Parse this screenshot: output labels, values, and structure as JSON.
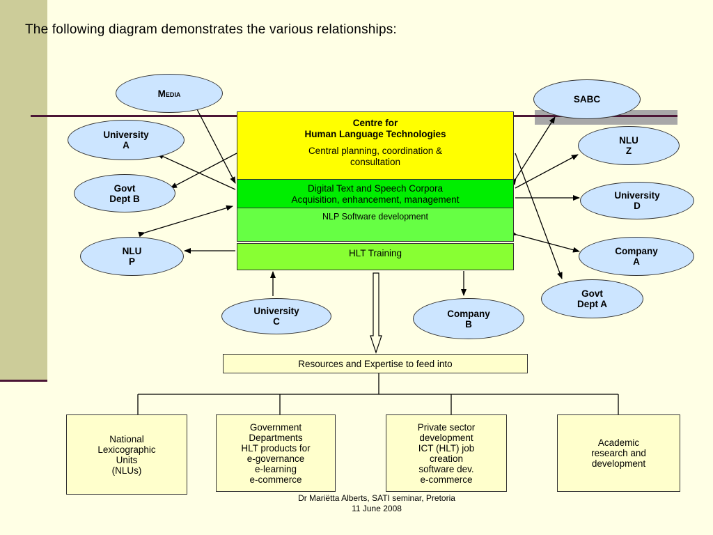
{
  "slide": {
    "title": "The following diagram demonstrates the various relationships:"
  },
  "center": {
    "heading": "Centre for\nHuman Language Technologies",
    "subtitle": "Central planning, coordination &\nconsultation",
    "corpora": "Digital Text and Speech Corpora\nAcquisition, enhancement, management",
    "software": "NLP Software development",
    "training": "HLT Training"
  },
  "nodes": {
    "media": "Media",
    "university_a": "University\nA",
    "govt_dept_b": "Govt\nDept B",
    "nlu_p": "NLU\nP",
    "university_c": "University\nC",
    "company_b": "Company\nB",
    "sabc": "SABC",
    "nlu_z": "NLU\nZ",
    "university_d": "University\nD",
    "company_a": "Company\nA",
    "govt_dept_a": "Govt\nDept A"
  },
  "resources": {
    "label": "Resources and Expertise to feed into",
    "targets": [
      "National\nLexicographic\nUnits\n(NLUs)",
      "Government\nDepartments\nHLT products for\ne-governance\ne-learning\ne-commerce",
      "Private sector\ndevelopment\nICT (HLT) job\ncreation\nsoftware dev.\ne-commerce",
      "Academic\nresearch and\ndevelopment"
    ]
  },
  "footer": {
    "text": "Dr Mariëtta Alberts, SATI seminar, Pretoria\n11 June 2008"
  },
  "colors": {
    "background": "#FFFFE5",
    "sidebar": "#CCCC99",
    "accent_line": "#4B1535",
    "ellipse_fill": "#CCE5FF",
    "center_yellow": "#FFFF00",
    "corpora_green": "#00EE00",
    "software_green": "#66FF44",
    "training_green": "#88FF33",
    "box_fill": "#FFFFCC"
  }
}
